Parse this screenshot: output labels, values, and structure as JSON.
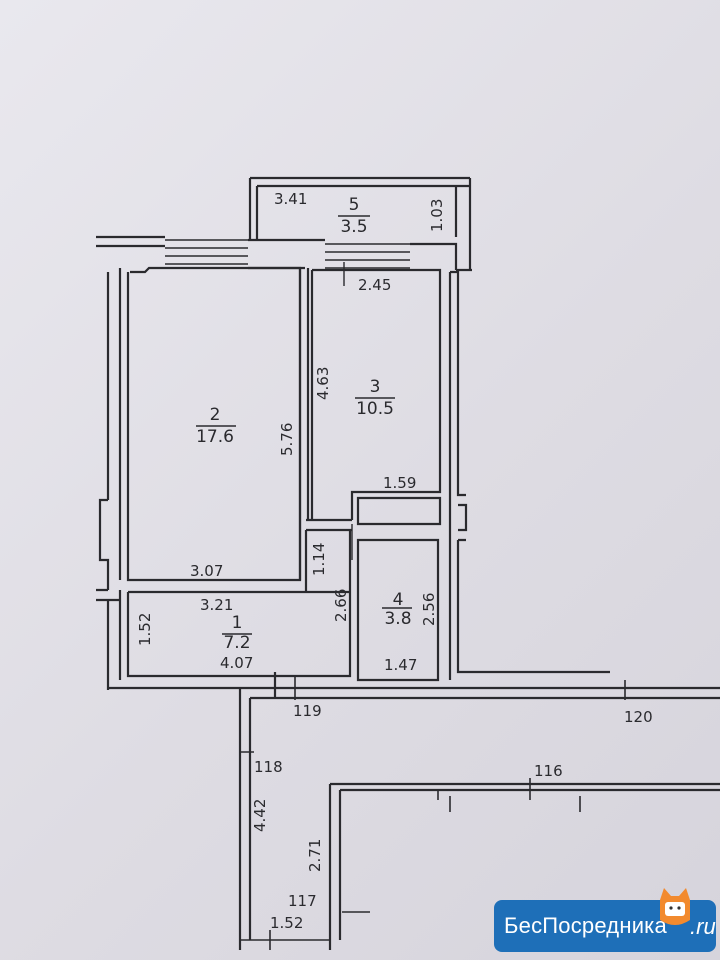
{
  "rooms": [
    {
      "id": "room-1",
      "number": "1",
      "area": "7.2"
    },
    {
      "id": "room-2",
      "number": "2",
      "area": "17.6"
    },
    {
      "id": "room-3",
      "number": "3",
      "area": "10.5"
    },
    {
      "id": "room-4",
      "number": "4",
      "area": "3.8"
    },
    {
      "id": "room-5",
      "number": "5",
      "area": "3.5"
    }
  ],
  "dimensions": {
    "d341": "3.41",
    "d103": "1.03",
    "d245": "2.45",
    "d463": "4.63",
    "d576": "5.76",
    "d159": "1.59",
    "d307": "3.07",
    "d114": "1.14",
    "d321": "3.21",
    "d266": "2.66",
    "d256": "2.56",
    "d152a": "1.52",
    "d407": "4.07",
    "d147": "1.47",
    "d442": "4.42",
    "d271": "2.71",
    "d152b": "1.52"
  },
  "axis_labels": {
    "a119": "119",
    "a120": "120",
    "a118": "118",
    "a116": "116",
    "a117": "117"
  },
  "watermark": {
    "text": "БесПосредника",
    "suffix": ".ru",
    "accent": "#1e6fb8"
  },
  "colors": {
    "line": "#2a2a2e",
    "paper": "#e6e5ea"
  }
}
